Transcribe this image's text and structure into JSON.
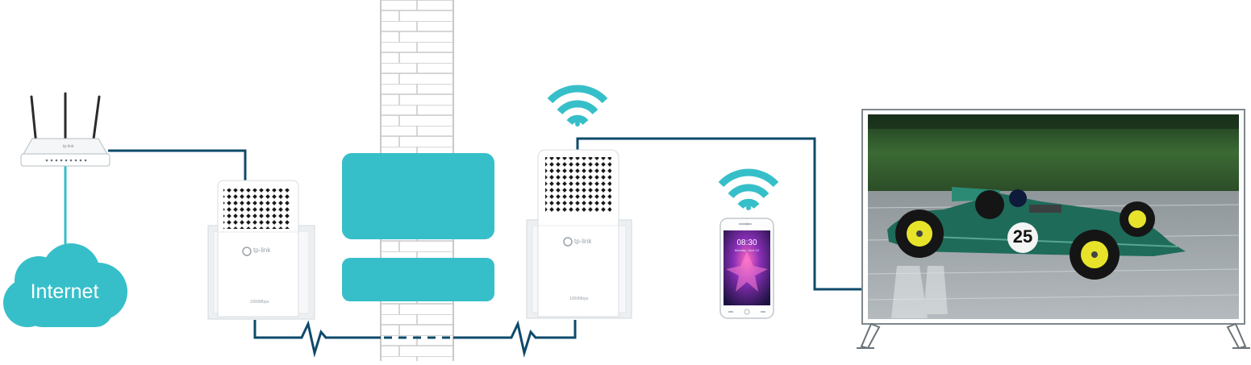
{
  "internet": {
    "label": "Internet",
    "icon": "cloud-icon"
  },
  "router": {
    "brand": "tp-link",
    "icon": "router-icon"
  },
  "adapters": [
    {
      "brand": "tp-link",
      "speed": "1000Mbps",
      "icon": "powerline-adapter-icon"
    },
    {
      "brand": "tp-link",
      "speed": "1000Mbps",
      "icon": "powerline-wifi-extender-icon"
    }
  ],
  "wall": {
    "icon": "brick-wall-icon"
  },
  "phone": {
    "time": "08:30",
    "date": "Monday, June 12",
    "icon": "smartphone-icon"
  },
  "tv": {
    "icon": "television-icon",
    "car_number": "25"
  },
  "colors": {
    "cable": "#0f4a6b",
    "accent": "#36bfc9",
    "panel": "#36bfc9"
  }
}
